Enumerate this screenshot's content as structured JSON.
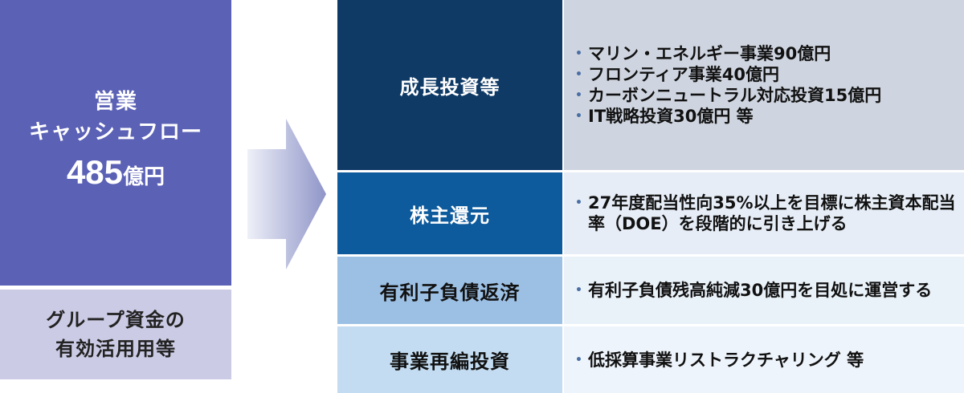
{
  "cash_flow": {
    "label_line1": "営業",
    "label_line2": "キャッシュフロー",
    "amount": "485",
    "unit": "億円"
  },
  "group_funds": {
    "line1": "グループ資金の",
    "line2": "有効活用用等"
  },
  "allocations": [
    {
      "category": "成長投資等",
      "items": [
        "マリン・エネルギー事業90億円",
        "フロンティア事業40億円",
        "カーボンニュートラル対応投資15億円",
        "IT戦略投資30億円 等"
      ]
    },
    {
      "category": "株主還元",
      "items": [
        "27年度配当性向35%以上を目標に株主資本配当率（DOE）を段階的に引き上げる"
      ]
    },
    {
      "category": "有利子負債返済",
      "items": [
        "有利子負債残高純減30億円を目処に運営する"
      ]
    },
    {
      "category": "事業再編投資",
      "items": [
        "低採算事業リストラクチャリング 等"
      ]
    }
  ],
  "colors": {
    "cash_flow_bg": "#5b61b5",
    "group_bg": "#cbcbe5",
    "growth_bg": "#0f3a66",
    "return_bg": "#0d5a9c",
    "debt_bg": "#9cc0e4",
    "restructure_bg": "#c3dcf1"
  }
}
